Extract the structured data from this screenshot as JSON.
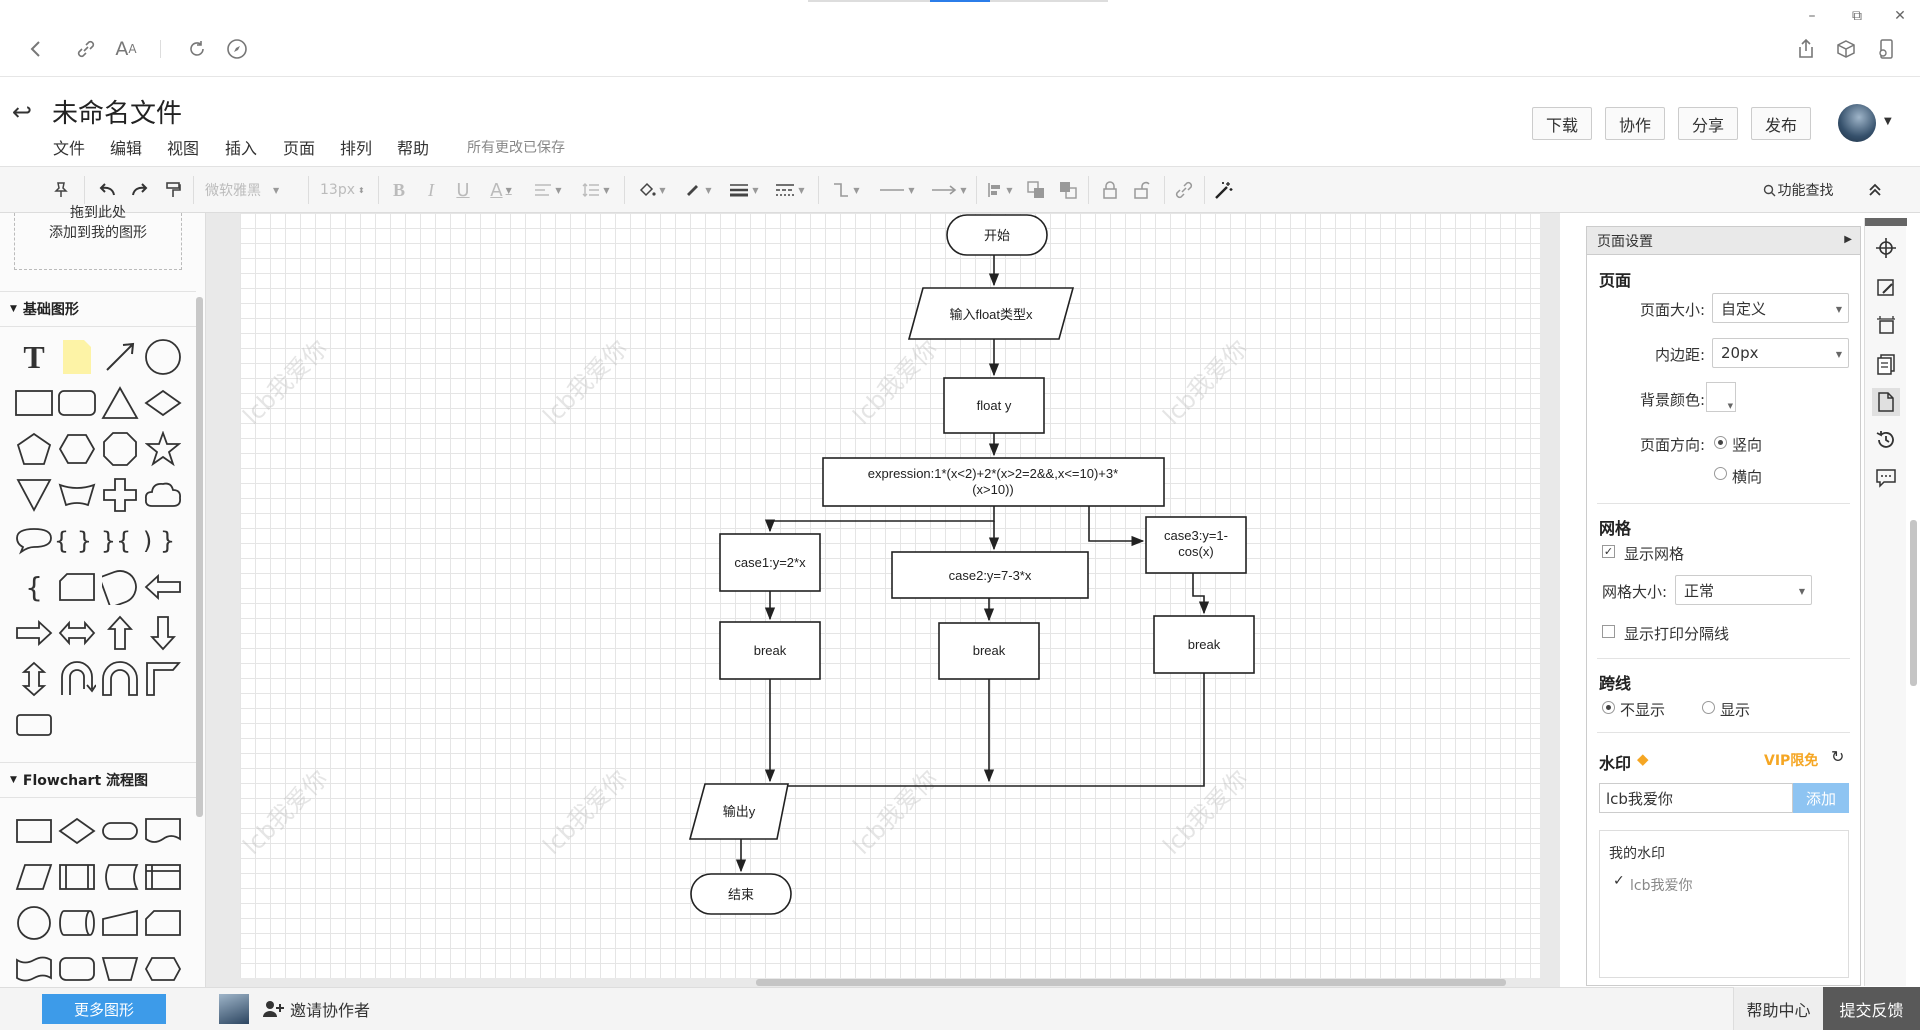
{
  "browser": {
    "window_controls": {
      "minimize": "–",
      "restore": "⧉",
      "close": "✕"
    }
  },
  "header": {
    "title": "未命名文件",
    "menu": [
      "文件",
      "编辑",
      "视图",
      "插入",
      "页面",
      "排列",
      "帮助"
    ],
    "save_status": "所有更改已保存",
    "buttons": {
      "download": "下载",
      "collaborate": "协作",
      "share": "分享",
      "publish": "发布"
    }
  },
  "toolbar": {
    "font_family": "微软雅黑",
    "font_size": "13px",
    "search_label": "功能查找"
  },
  "left_panel": {
    "drop_zone_line1": "拖到此处",
    "drop_zone_line2": "添加到我的图形",
    "basic_shapes_title": "基础图形",
    "flowchart_title": "Flowchart 流程图",
    "more_shapes": "更多图形"
  },
  "diagram": {
    "start": "开始",
    "input": "输入float类型x",
    "declare": "float y",
    "expression_line1": "expression:1*(x<2)+2*(x>2=2&&,x<=10)+3*",
    "expression_line2": "(x>10))",
    "case1": "case1:y=2*x",
    "case2": "case2:y=7-3*x",
    "case3_line1": "case3:y=1-",
    "case3_line2": "cos(x)",
    "break1": "break",
    "break2": "break",
    "break3": "break",
    "output": "输出y",
    "end": "结束",
    "watermark": "lcb我爱你"
  },
  "settings": {
    "panel_title": "页面设置",
    "page_section": "页面",
    "page_size_label": "页面大小:",
    "page_size_value": "自定义",
    "padding_label": "内边距:",
    "padding_value": "20px",
    "bg_color_label": "背景颜色:",
    "orientation_label": "页面方向:",
    "orientation_portrait": "竖向",
    "orientation_landscape": "横向",
    "grid_section": "网格",
    "show_grid": "显示网格",
    "grid_size_label": "网格大小:",
    "grid_size_value": "正常",
    "show_print_lines": "显示打印分隔线",
    "crossline_section": "跨线",
    "crossline_hide": "不显示",
    "crossline_show": "显示",
    "watermark_section": "水印",
    "vip_label": "VIP限免",
    "watermark_input": "lcb我爱你",
    "add_button": "添加",
    "my_watermark_title": "我的水印",
    "my_watermark_item": "lcb我爱你"
  },
  "bottom": {
    "invite": "邀请协作者",
    "help_center": "帮助中心",
    "feedback": "提交反馈"
  }
}
